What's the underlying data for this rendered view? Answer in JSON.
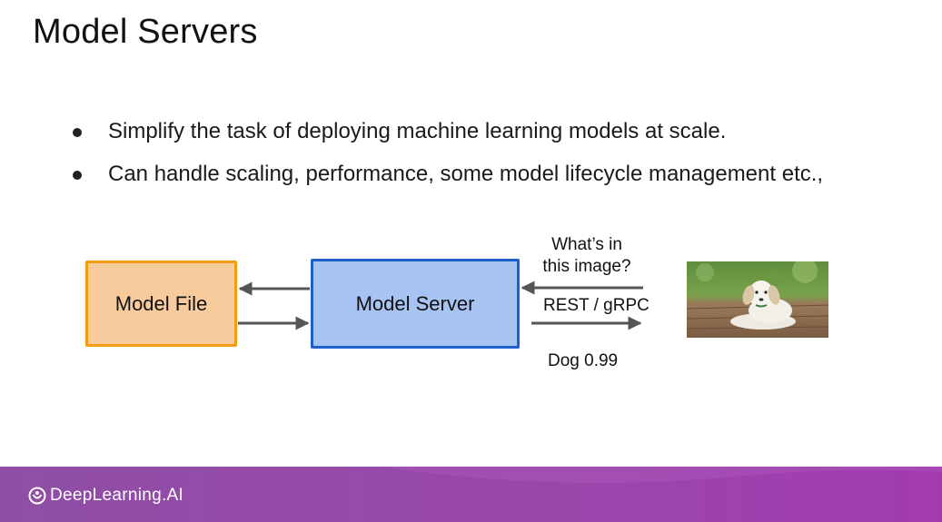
{
  "slide": {
    "title": "Model Servers",
    "bullets": [
      "Simplify the task of deploying machine learning models at scale.",
      "Can handle scaling, performance, some model lifecycle management etc.,"
    ]
  },
  "diagram": {
    "model_file_label": "Model File",
    "model_server_label": "Model Server",
    "request_question": "What’s in this image?",
    "protocol_label": "REST / gRPC",
    "prediction_label": "Dog 0.99",
    "image_subject": "puppy-photo"
  },
  "footer": {
    "brand": "DeepLearning.AI",
    "icon": "deeplearning-logo-icon"
  },
  "colors": {
    "model_file_fill": "#f8cb9c",
    "model_file_border": "#f39c12",
    "model_server_fill": "#a7c3f2",
    "model_server_border": "#1f5fc9",
    "arrow": "#555555",
    "footer_left": "#8f4ea5",
    "footer_right": "#a23bb0"
  }
}
